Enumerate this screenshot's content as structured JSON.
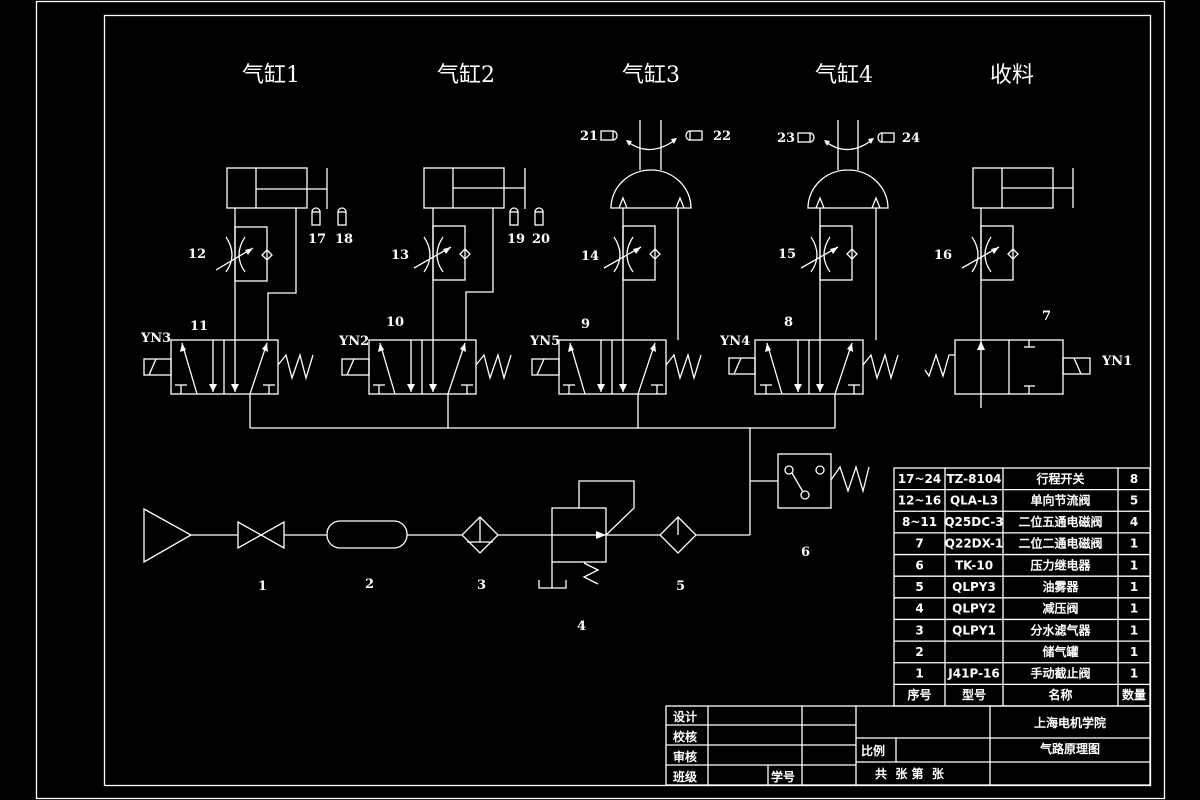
{
  "drawing": {
    "title": "气路原理图",
    "school": "上海电机学院",
    "stations": [
      "气缸1",
      "气缸2",
      "气缸3",
      "气缸4",
      "收料"
    ],
    "cylinder_stations": [
      {
        "throttle_label": "12",
        "valve_label": "11",
        "solenoid": "YN3",
        "switches": [
          "17",
          "18"
        ]
      },
      {
        "throttle_label": "13",
        "valve_label": "10",
        "solenoid": "YN2",
        "switches": [
          "19",
          "20"
        ]
      },
      {
        "throttle_label": "14",
        "valve_label": "9",
        "solenoid": "YN5",
        "switches": [
          "21",
          "22"
        ]
      },
      {
        "throttle_label": "15",
        "valve_label": "8",
        "solenoid": "YN4",
        "switches": [
          "23",
          "24"
        ]
      },
      {
        "throttle_label": "16",
        "valve_label": "7",
        "solenoid": "YN1"
      }
    ],
    "supply_labels": [
      "1",
      "2",
      "3",
      "4",
      "5",
      "6"
    ]
  },
  "parts_table": {
    "headers": [
      "序号",
      "型号",
      "名称",
      "数量"
    ],
    "rows": [
      [
        "17~24",
        "TZ-8104",
        "行程开关",
        "8"
      ],
      [
        "12~16",
        "QLA-L3",
        "单向节流阀",
        "5"
      ],
      [
        "8~11",
        "Q25DC-3",
        "二位五通电磁阀",
        "4"
      ],
      [
        "7",
        "Q22DX-1",
        "二位二通电磁阀",
        "1"
      ],
      [
        "6",
        "TK-10",
        "压力继电器",
        "1"
      ],
      [
        "5",
        "QLPY3",
        "油雾器",
        "1"
      ],
      [
        "4",
        "QLPY2",
        "减压阀",
        "1"
      ],
      [
        "3",
        "QLPY1",
        "分水滤气器",
        "1"
      ],
      [
        "2",
        "",
        "储气罐",
        "1"
      ],
      [
        "1",
        "J41P-16",
        "手动截止阀",
        "1"
      ]
    ]
  },
  "title_block": {
    "design": "设计",
    "check": "校核",
    "review": "审核",
    "class": "班级",
    "student_no": "学号",
    "scale": "比例",
    "sheets": "共  张 第  张",
    "school": "上海电机学院",
    "drawing_name": "气路原理图"
  }
}
